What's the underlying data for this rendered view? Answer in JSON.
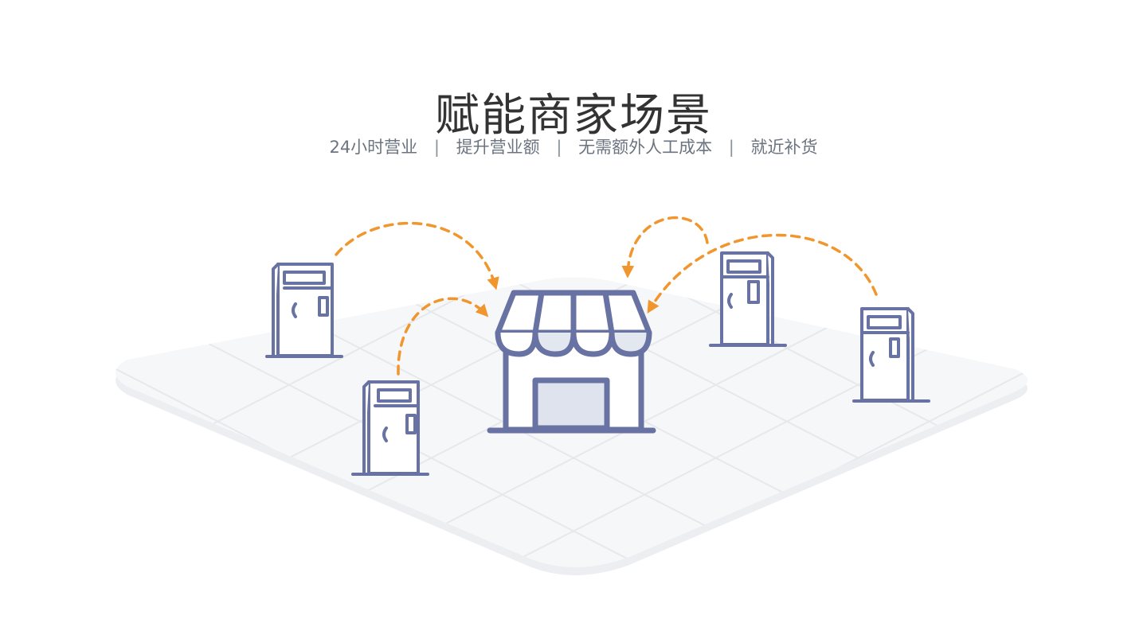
{
  "title": "赋能商家场景",
  "features": [
    {
      "label": "24小时营业"
    },
    {
      "label": "提升营业额"
    },
    {
      "label": "无需额外人工成本"
    },
    {
      "label": "就近补货"
    }
  ],
  "separator": "|",
  "colors": {
    "title": "#333333",
    "subtitle": "#6b7480",
    "icon_stroke": "#6872a3",
    "arrow": "#f0962c",
    "floor": "#f5f6f8",
    "floor_shadow": "#e9ebef",
    "grid": "#e4e6ea",
    "door_fill": "#dfe3ee"
  },
  "icons": [
    "store-icon",
    "vending-machine-icon",
    "dashed-arrow-icon"
  ]
}
